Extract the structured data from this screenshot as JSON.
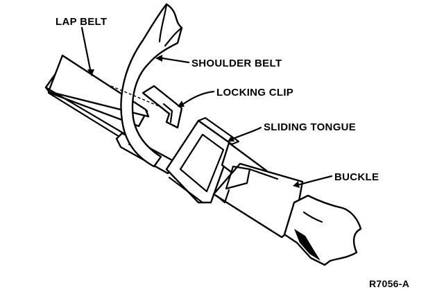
{
  "labels": {
    "lap_belt": "LAP BELT",
    "shoulder_belt": "SHOULDER BELT",
    "locking_clip": "LOCKING CLIP",
    "sliding_tongue": "SLIDING TONGUE",
    "buckle": "BUCKLE"
  },
  "figure_id": "R7056-A",
  "colors": {
    "ink": "#000000",
    "background": "#ffffff"
  }
}
